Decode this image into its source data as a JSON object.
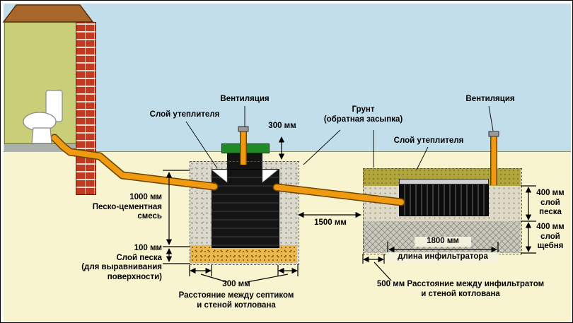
{
  "colors": {
    "sky": "#c2deea",
    "ground": "#f8f4cf",
    "pipe_orange": "#ef9a10",
    "house_wall": "#c9ce79",
    "brick_red": "#c23a20",
    "roof_brown": "#a9662a",
    "septic_black": "#141414",
    "lid_green": "#1f8a26",
    "insulation_olive": "#b0a63d",
    "sand_cement_gray": "#dbd9cd",
    "sand_orange": "#e9b84f",
    "gravel_gray": "#c9c9bd"
  },
  "callouts": {
    "vent_left": "Вентиляция",
    "insulation_left": "Слой утеплителя",
    "cover_depth": "300 мм",
    "backfill": "Грунт\n(обратная засыпка)",
    "insulation_right": "Слой утеплителя",
    "vent_right": "Вентиляция"
  },
  "dimensions": {
    "sand_cement": "1000 мм\nПеско-цементная\nсмесь",
    "leveling_sand": "100 мм\nСлой песка\n(для выравнивания\nповерхности)",
    "septic_gap_value": "300 мм",
    "septic_gap_caption": "Расстояние между септиком\nи стеной котлована",
    "pit_spacing": "1500 мм",
    "sand_layer": "400 мм\nслой песка",
    "gravel_layer": "400 мм\nслой щебня",
    "infiltrator_length_value": "1800 мм",
    "infiltrator_length_caption": "длина инфильтратора",
    "infiltrator_gap": "500 мм Расстояние между инфильтратом\nи стеной котлована"
  }
}
